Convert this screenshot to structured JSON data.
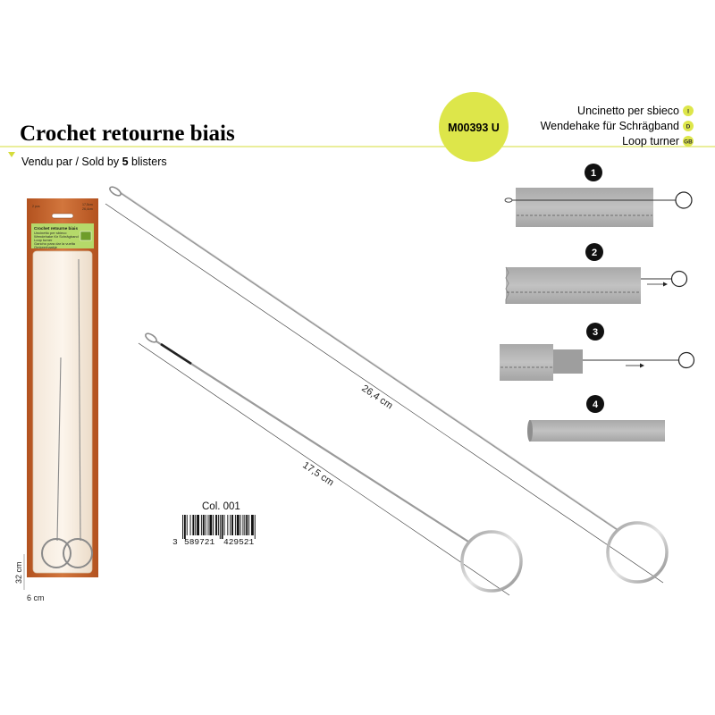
{
  "header": {
    "title": "Crochet retourne biais",
    "sold_by_prefix": "Vendu par / Sold by ",
    "sold_by_count": "5",
    "sold_by_suffix": " blisters",
    "reference": "M00393 U",
    "accent_color": "#dde64a",
    "line_color": "#e3e87a"
  },
  "languages": [
    {
      "name": "Uncinetto per sbieco",
      "code": "I"
    },
    {
      "name": "Wendehake für Schrägband",
      "code": "D"
    },
    {
      "name": "Loop turner",
      "code": "GB"
    }
  ],
  "steps": [
    {
      "number": "1"
    },
    {
      "number": "2"
    },
    {
      "number": "3"
    },
    {
      "number": "4"
    }
  ],
  "measurements": {
    "long_tool": "26,4 cm",
    "short_tool": "17,5 cm",
    "pack_height": "32 cm",
    "pack_width": "6 cm"
  },
  "barcode": {
    "collection": "Col. 001",
    "digit_first": "3",
    "group_left": "589721",
    "group_right": "429521"
  },
  "package": {
    "count_label": "2 pcs",
    "size_line_1": "17,5cm",
    "size_line_2": "26,4cm",
    "label_title": "Crochet retourne biais",
    "label_line_1": "Uncinetto per sbieco",
    "label_line_2": "Wendehake für Schrägband",
    "label_line_3": "Loop turner",
    "label_line_4": "Gancho para dar la vuelta",
    "label_line_5": "Omkeerhaakje",
    "card_color": "#c8652b",
    "label_color": "#b5d96a"
  },
  "colors": {
    "fabric": "#b6b6b6",
    "step_badge": "#111111"
  }
}
